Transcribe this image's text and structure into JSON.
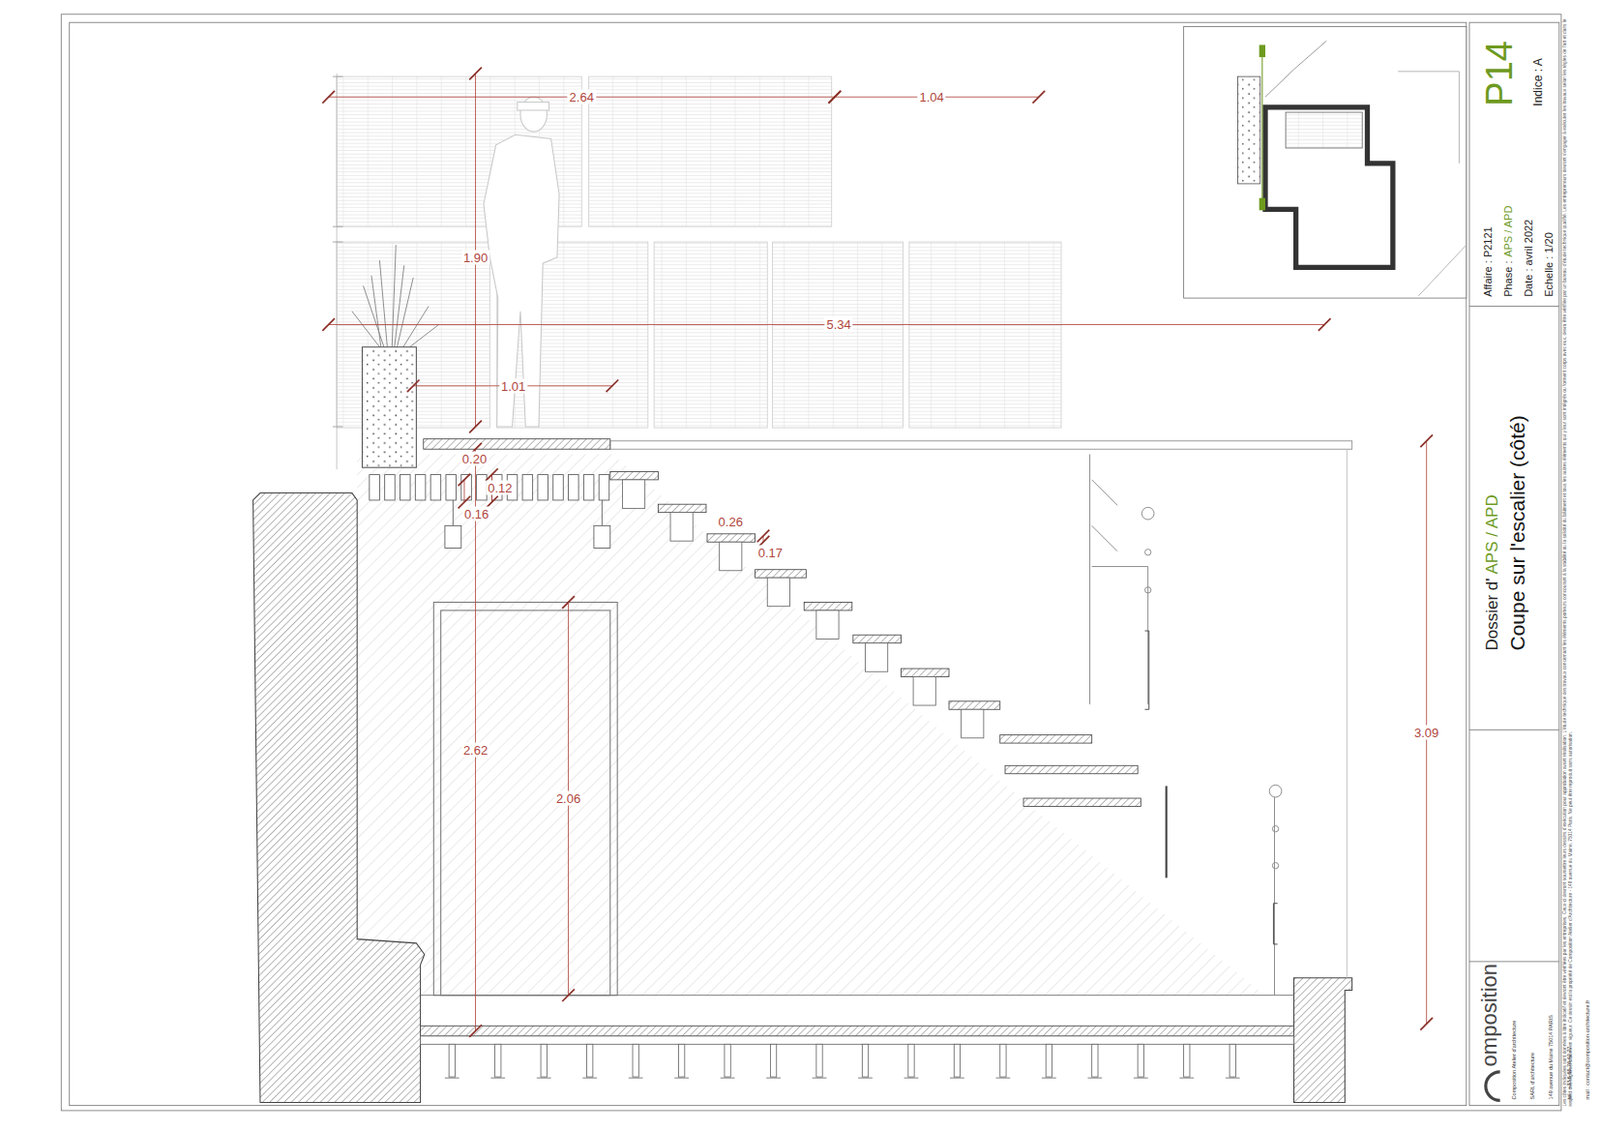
{
  "diagram": {
    "nodes": [
      {
        "text": [
          "P14",
          "Indice : A"
        ]
      },
      {
        "text": [
          "Affaire : P2121",
          "Phase :",
          "APS / APD",
          "Date : avril 2022",
          "Echelle : 1/20"
        ]
      },
      {
        "text": [
          "Dossier d'",
          "APS / APD",
          "Coupe sur l'escalier (côté)"
        ]
      },
      {
        "text": [
          "omposition",
          "Composition Atelier d'architecture",
          "SARL d'architecture",
          "149 avenue du Maine 75014 PARIS",
          "tel : +33 6 65 76 42 22",
          "mail : contact@composition-architecture.fr"
        ]
      }
    ],
    "labels": [
      "2.64",
      "1.04",
      "1.90",
      "5.34",
      "1.01",
      "0.20",
      "0.12",
      "0.16",
      "0.26",
      "0.17",
      "2.62",
      "2.06",
      "3.09",
      "Les côtes indiquées sont données à titre indicatif et devront être vérifiées par les entreprises. Ceux-ci devront soumettre leurs dessins d'exécution pour approbation avant réalisation. L'étude technique des travaux concernant les éléments porteurs concourant à la stabilité ou la solidité du bâtiment et tous les autres éléments qui y leur sont intégrés ou forment corps avec eux, devra être vérifiée par un bureau d'étude technique qualifié. Les entrepreneurs devront s'engager à exécuter les travaux selon les règles de l'art et dans le respect des réglementations en vigueur. Ce dessin est la propriété de Composition Atelier d'Architecture - 149 avenue du Maine, 75014 Paris. Ne peut être reproduit sans autorisation."
    ]
  }
}
